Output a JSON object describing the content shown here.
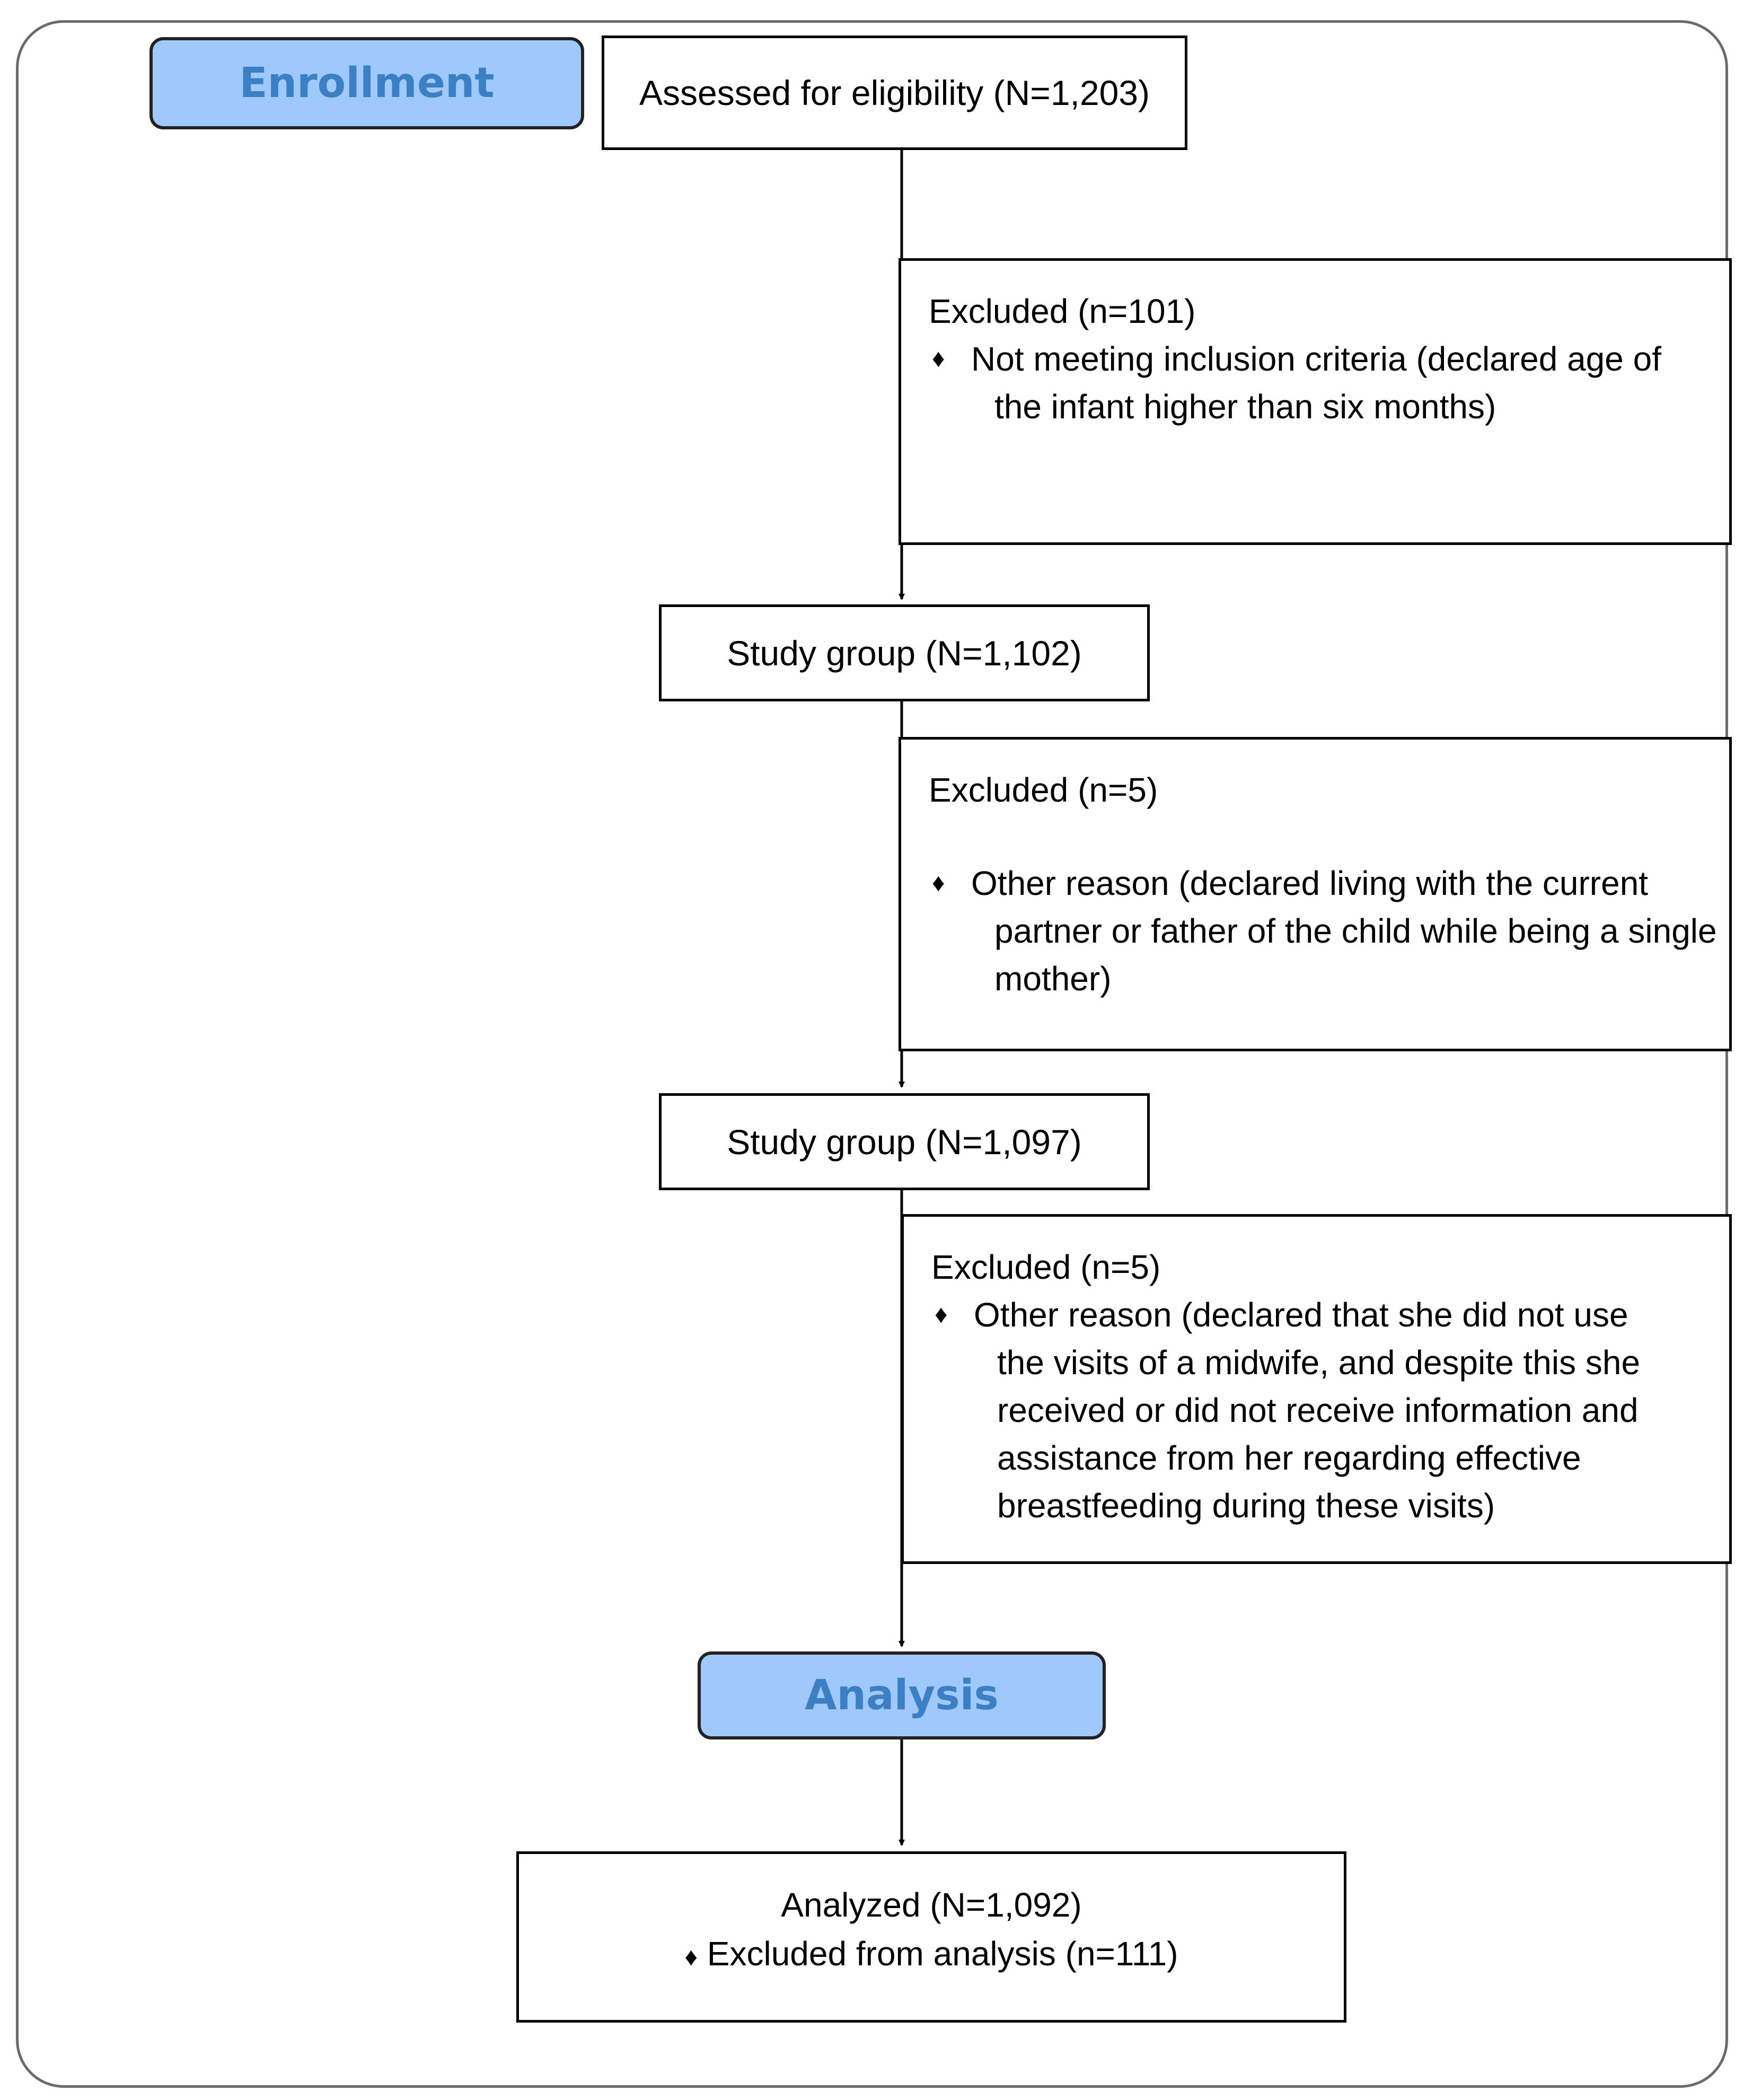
{
  "stages": {
    "enrollment": "Enrollment",
    "analysis": "Analysis"
  },
  "boxes": {
    "assessed": "Assessed for eligibility (N=1,203)",
    "study_group_1": "Study group (N=1,102)",
    "study_group_2": "Study group (N=1,097)"
  },
  "exclusions": [
    {
      "title": "Excluded  (n=101)",
      "bullet": "♦",
      "reason_line1": "Not meeting inclusion criteria (declared age of",
      "reason_rest": "the infant higher than six months)"
    },
    {
      "title": "Excluded  (n=5)",
      "bullet": "♦",
      "reason_line1": "Other reason (declared living with the current",
      "reason_rest": "partner or father of the child while being a single mother)"
    },
    {
      "title": "Excluded  (n=5)",
      "bullet": "♦",
      "reason_line1": "Other reason (declared that she did not use",
      "reason_rest": "the visits of a midwife, and despite this she received or did not receive information and assistance from her regarding effective breastfeeding during these visits)"
    }
  ],
  "final": {
    "analyzed": "Analyzed (N=1,092)",
    "bullet": "♦",
    "excluded": "Excluded from analysis (n=111)"
  },
  "colors": {
    "stage_fill": "#9ec9fa",
    "stage_text": "#3b7fc4",
    "frame": "#6b6b6b"
  }
}
